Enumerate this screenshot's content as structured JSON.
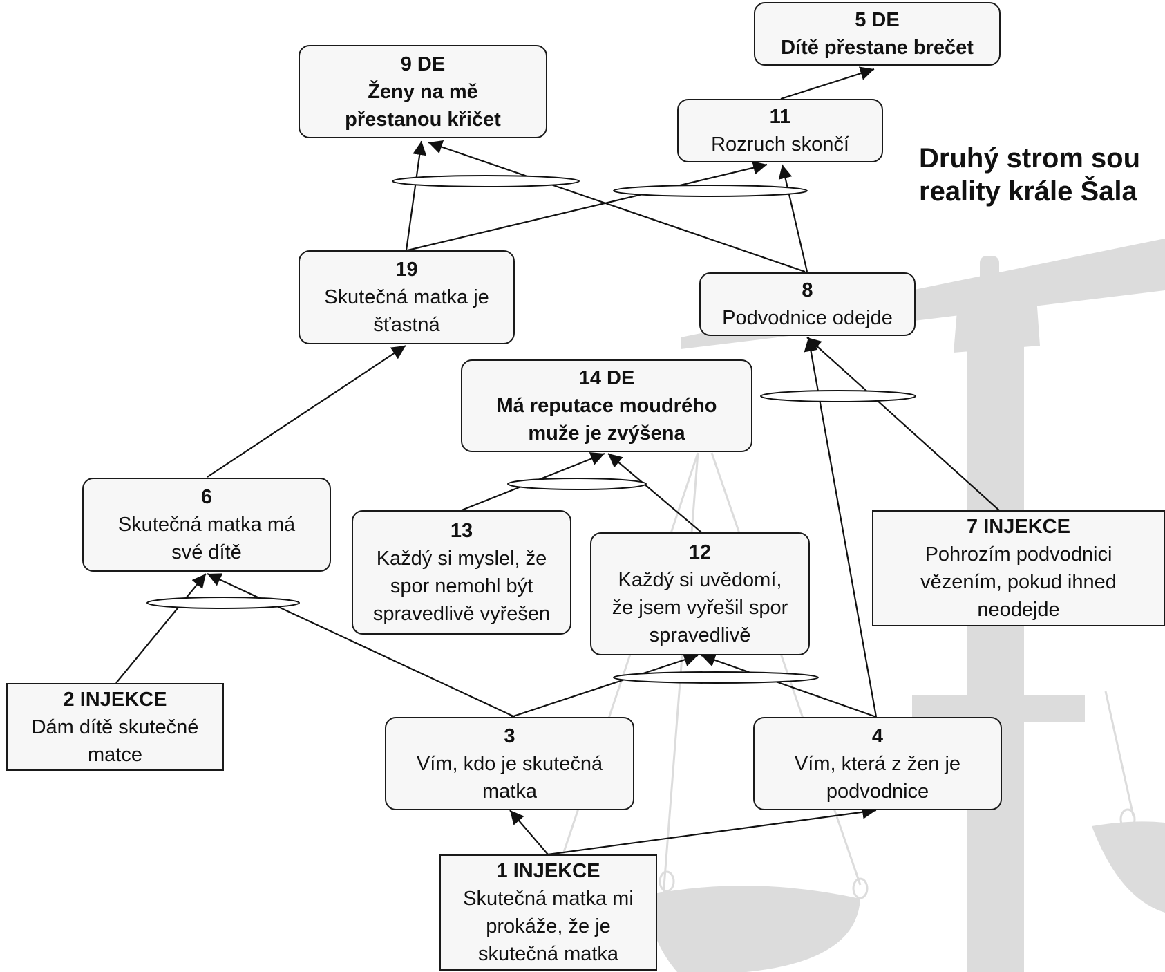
{
  "title": "Druhý strom sou\nreality krále Šala",
  "nodes": {
    "n5": {
      "num": "5 DE",
      "text": "Dítě přestane brečet"
    },
    "n9": {
      "num": "9 DE",
      "text": "Ženy na mě\npřestanou křičet"
    },
    "n11": {
      "num": "11",
      "text": "Rozruch skončí"
    },
    "n19": {
      "num": "19",
      "text": "Skutečná matka je\nšťastná"
    },
    "n8": {
      "num": "8",
      "text": "Podvodnice odejde"
    },
    "n14": {
      "num": "14 DE",
      "text": "Má reputace moudrého\nmuže je zvýšena"
    },
    "n6": {
      "num": "6",
      "text": "Skutečná matka má\nsvé dítě"
    },
    "n13": {
      "num": "13",
      "text": "Každý si myslel, že\nspor nemohl být\nspravedlivě vyřešen"
    },
    "n12": {
      "num": "12",
      "text": "Každý si uvědomí,\nže jsem vyřešil spor\nspravedlivě"
    },
    "n7": {
      "num": "7 INJEKCE",
      "text": "Pohrozím podvodnici\nvězením, pokud ihned\nneodejde"
    },
    "n2": {
      "num": "2 INJEKCE",
      "text": "Dám dítě skutečné\nmatce"
    },
    "n3": {
      "num": "3",
      "text": "Vím, kdo je skutečná\nmatka"
    },
    "n4": {
      "num": "4",
      "text": "Vím, která z žen je\npodvodnice"
    },
    "n1": {
      "num": "1 INJEKCE",
      "text": "Skutečná matka mi\nprokáže, že je\nskutečná matka"
    }
  },
  "colors": {
    "line": "#111111",
    "box_fill": "#f7f7f7",
    "scale_gray": "#d9d9d9"
  }
}
